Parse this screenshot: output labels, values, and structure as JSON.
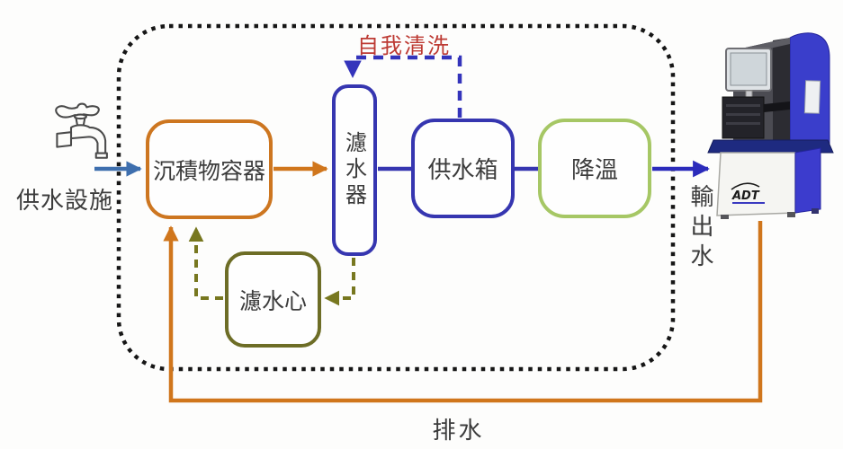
{
  "labels": {
    "supply_facility": "供水設施",
    "sediment_container": "沉積物容器",
    "water_filter": "濾水器",
    "supply_tank": "供水箱",
    "cooling": "降溫",
    "filter_cartridge": "濾水心",
    "self_cleaning": "自我清洗",
    "output_water": "輸出水",
    "drain": "排水"
  },
  "machine": {
    "logo": "ADT"
  },
  "icons": {
    "faucet": "faucet-icon",
    "machine": "dicing-machine-illustration"
  },
  "connections": [
    {
      "from": "供水設施",
      "to": "沉積物容器",
      "style": "solid-steelblue-arrow"
    },
    {
      "from": "沉積物容器",
      "to": "濾水器",
      "style": "solid-orange-arrow"
    },
    {
      "from": "濾水器",
      "to": "供水箱",
      "style": "solid-blue-line"
    },
    {
      "from": "供水箱",
      "to": "降溫",
      "style": "solid-blue-line"
    },
    {
      "from": "降溫",
      "to": "輸出水機台",
      "style": "solid-blue-arrow"
    },
    {
      "from": "供水箱",
      "to": "濾水器",
      "style": "dashed-blue-arrow",
      "label": "自我清洗"
    },
    {
      "from": "濾水器",
      "to": "濾水心",
      "style": "dashed-olive-arrow"
    },
    {
      "from": "濾水心",
      "to": "沉積物容器",
      "style": "dashed-olive-arrow"
    },
    {
      "from": "機台",
      "to": "沉積物容器",
      "style": "solid-orange-elbow",
      "label": "排水"
    }
  ],
  "colors": {
    "orange": "#d0761c",
    "blue_box_border": "#3636b0",
    "green_box_border": "#a6c765",
    "olive": "#6d6d26",
    "steel_blue_arrow": "#3e6fae",
    "royal_blue_arrow": "#2b2bbb",
    "self_clean_dash": "#3434bb",
    "red_text": "#bd3a33",
    "boundary_dots": "#161616",
    "machine_blue": "#3a3ecb"
  }
}
